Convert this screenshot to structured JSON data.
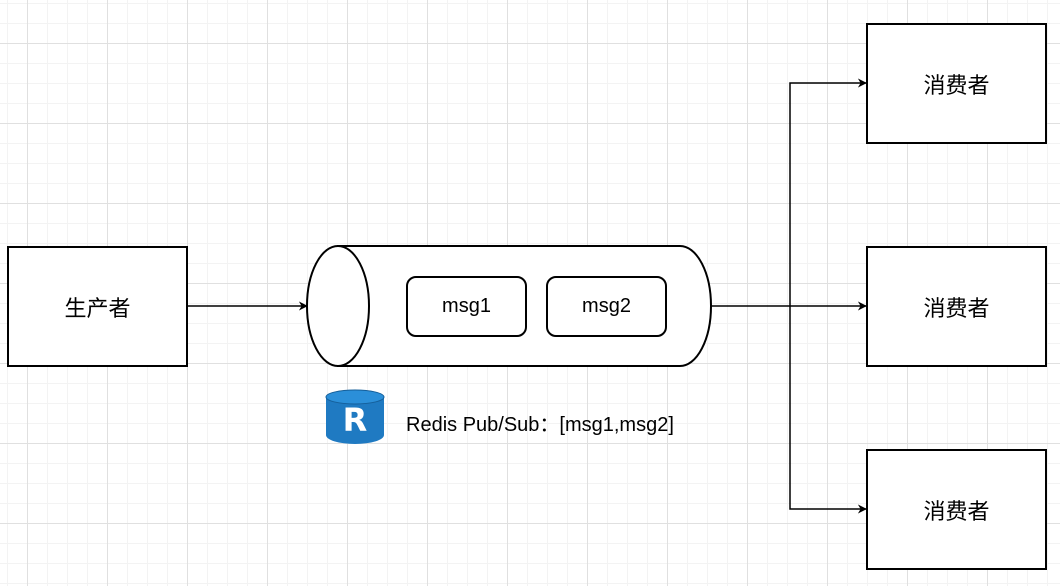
{
  "diagram": {
    "producer_label": "生产者",
    "queue_messages": [
      "msg1",
      "msg2"
    ],
    "caption": "Redis Pub/Sub：[msg1,msg2]",
    "logo_letter": "R",
    "consumers": [
      "消费者",
      "消费者",
      "消费者"
    ]
  },
  "colors": {
    "stroke": "#000000",
    "background": "#ffffff",
    "redis_logo": "#1f7ac2",
    "redis_logo_dark": "#155f9a"
  }
}
